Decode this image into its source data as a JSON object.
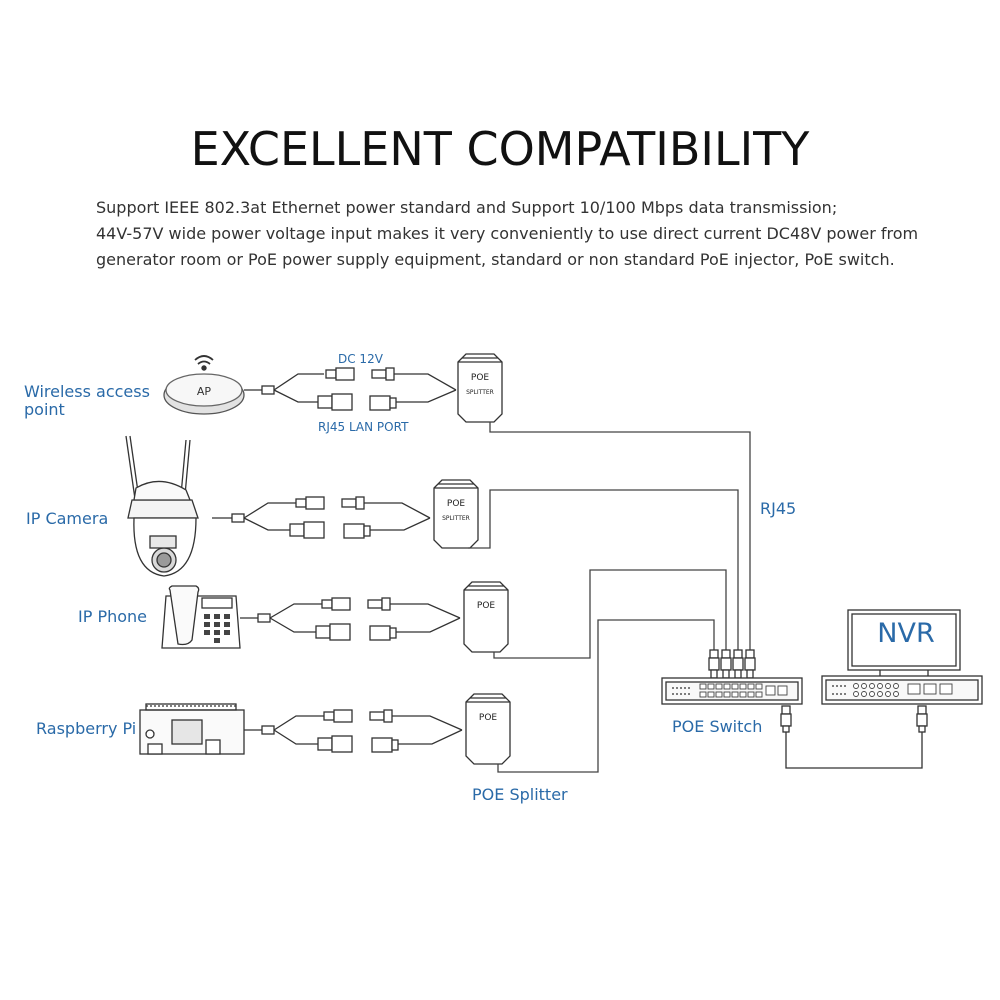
{
  "title": "EXCELLENT COMPATIBILITY",
  "description": [
    "Support IEEE 802.3at Ethernet power standard and  Support 10/100 Mbps data transmission;",
    "44V-57V wide power voltage input makes it very conveniently to use direct current DC48V power from",
    "generator room or PoE power supply equipment, standard or non standard PoE injector, PoE switch."
  ],
  "labels": {
    "wireless_ap_line1": "Wireless access",
    "wireless_ap_line2": "point",
    "ip_camera": "IP Camera",
    "ip_phone": "IP Phone",
    "raspberry_pi": "Raspberry Pi",
    "dc12v": "DC 12V",
    "rj45_lan_port": "RJ45 LAN PORT",
    "rj45": "RJ45",
    "poe_switch": "POE Switch",
    "poe_splitter": "POE Splitter",
    "nvr": "NVR",
    "ap_badge": "AP",
    "splitter_top": "POE",
    "splitter_bottom": "SPLITTER"
  },
  "colors": {
    "label_blue": "#2a6aa8",
    "line": "#333333"
  },
  "icons": [
    "wifi-icon",
    "access-point-device",
    "ip-camera-device",
    "ip-phone-device",
    "raspberry-pi-board",
    "poe-splitter-box",
    "poe-switch-device",
    "nvr-device"
  ]
}
